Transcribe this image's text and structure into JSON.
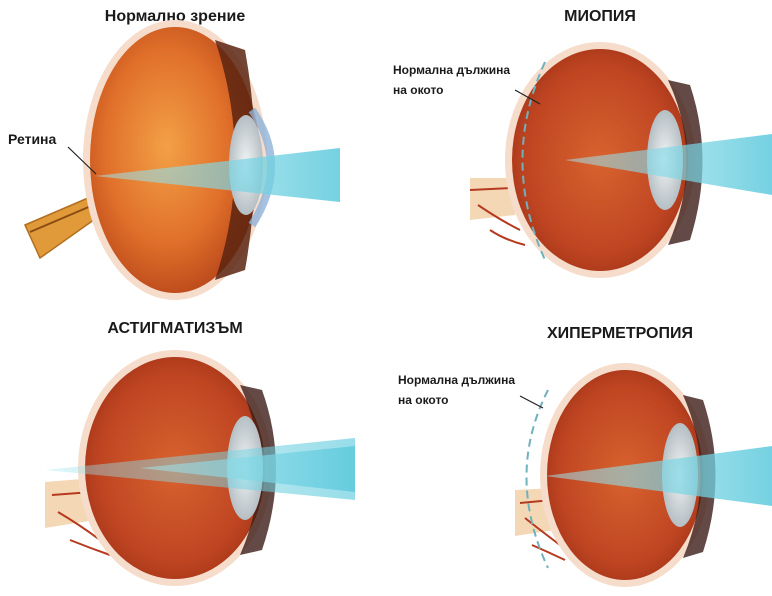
{
  "titles": {
    "normal": "Нормално зрение",
    "myopia": "МИОПИЯ",
    "astigmatism": "АСТИГМАТИЗЪМ",
    "hyperopia": "ХИПЕРМЕТРОПИЯ"
  },
  "labels": {
    "retina": "Ретина",
    "normal_length_line1": "Нормална дължина",
    "normal_length_line2": "на окото"
  },
  "colors": {
    "eyeball": "#e8782a",
    "eyeball_dark": "#b8451a",
    "sclera_rim": "#f3d6c4",
    "light_beam": "#7fd6e4",
    "lens": "#d7dde0",
    "nerve": "#e09a3a",
    "dashed_normal": "#6fb1bd"
  }
}
